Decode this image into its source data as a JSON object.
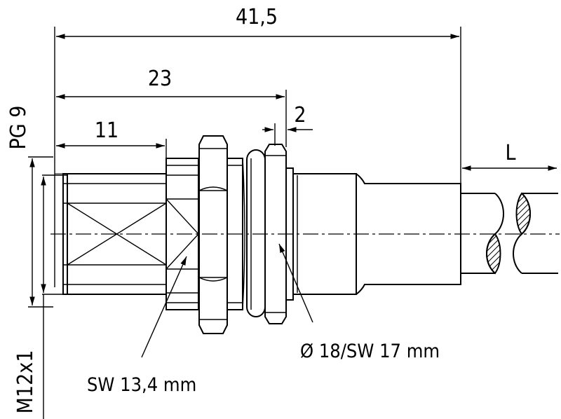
{
  "drawing": {
    "dimensions": {
      "overall_length": "41,5",
      "thread_length": "23",
      "nut_thickness": "2",
      "front_length": "11",
      "cable_length": "L"
    },
    "thread_labels": {
      "pg_thread": "PG 9",
      "metric_thread": "M12x1"
    },
    "callouts": {
      "wrench_flat": "SW 13,4 mm",
      "nut_spec": "Ø 18/SW 17 mm"
    }
  }
}
